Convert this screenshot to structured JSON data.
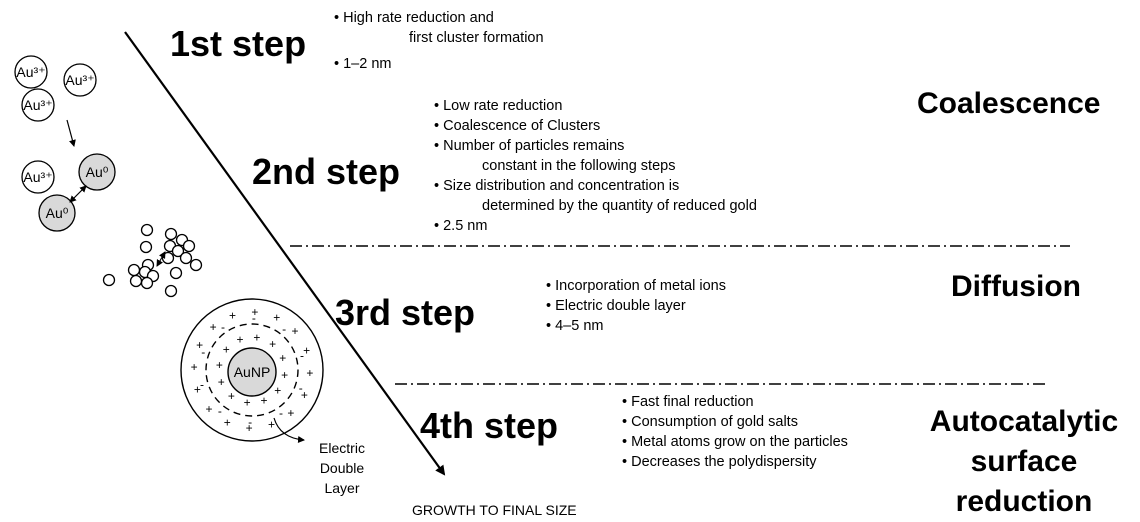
{
  "steps": [
    {
      "label": "1st step"
    },
    {
      "label": "2nd step"
    },
    {
      "label": "3rd step"
    },
    {
      "label": "4th step"
    }
  ],
  "step1": {
    "b1": "• High rate reduction and",
    "b1_cont": "first cluster formation",
    "b2": "• 1–2 nm"
  },
  "step2": {
    "b1": "• Low rate reduction",
    "b2": "• Coalescence of Clusters",
    "b3": "• Number of particles remains",
    "b3_cont": "constant in the following steps",
    "b4": "• Size distribution and concentration is",
    "b4_cont": "determined by the quantity of reduced gold",
    "b5": "• 2.5 nm"
  },
  "step3": {
    "b1": "• Incorporation of metal ions",
    "b2": "• Electric double layer",
    "b3": "• 4–5 nm"
  },
  "step4": {
    "b1": "• Fast final reduction",
    "b2": "• Consumption of gold salts",
    "b3": "• Metal atoms grow on the particles",
    "b4": "• Decreases the polydispersity"
  },
  "phases": {
    "coalescence": "Coalescence",
    "diffusion": "Diffusion",
    "autocat_line1": "Autocatalytic",
    "autocat_line2": "surface",
    "autocat_line3": "reduction"
  },
  "species": {
    "au3": "Au³⁺",
    "au0": "Au⁰",
    "aunp": "AuNP"
  },
  "edl": {
    "line1": "Electric",
    "line2": "Double",
    "line3": "Layer"
  },
  "footer": "GROWTH TO FINAL SIZE",
  "colors": {
    "au0_fill": "#d9d9d9",
    "aunp_fill": "#d9d9d9",
    "line": "#000000"
  }
}
